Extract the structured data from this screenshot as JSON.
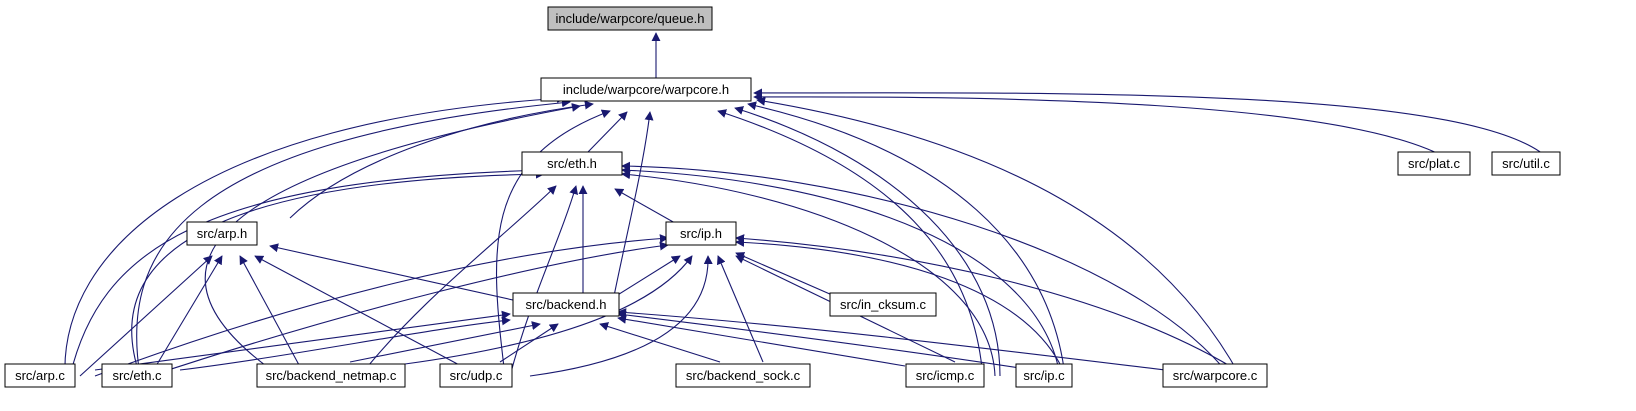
{
  "graph": {
    "edge_color": "#191970",
    "highlight_fill": "#bfbfbf",
    "nodes": [
      {
        "id": "queue",
        "label": "include/warpcore/queue.h",
        "highlighted": true
      },
      {
        "id": "warpcore_h",
        "label": "include/warpcore/warpcore.h"
      },
      {
        "id": "eth_h",
        "label": "src/eth.h"
      },
      {
        "id": "plat_c",
        "label": "src/plat.c"
      },
      {
        "id": "util_c",
        "label": "src/util.c"
      },
      {
        "id": "arp_h",
        "label": "src/arp.h"
      },
      {
        "id": "ip_h",
        "label": "src/ip.h"
      },
      {
        "id": "backend_h",
        "label": "src/backend.h"
      },
      {
        "id": "in_cksum_c",
        "label": "src/in_cksum.c"
      },
      {
        "id": "arp_c",
        "label": "src/arp.c"
      },
      {
        "id": "eth_c",
        "label": "src/eth.c"
      },
      {
        "id": "backend_netmap_c",
        "label": "src/backend_netmap.c"
      },
      {
        "id": "udp_c",
        "label": "src/udp.c"
      },
      {
        "id": "backend_sock_c",
        "label": "src/backend_sock.c"
      },
      {
        "id": "icmp_c",
        "label": "src/icmp.c"
      },
      {
        "id": "ip_c",
        "label": "src/ip.c"
      },
      {
        "id": "warpcore_c",
        "label": "src/warpcore.c"
      }
    ]
  }
}
